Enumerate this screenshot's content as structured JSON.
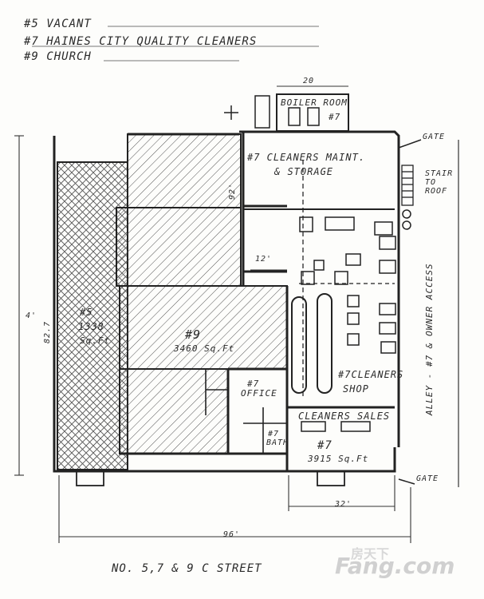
{
  "legend": [
    "#5 VACANT",
    "#7 HAINES CITY QUALITY CLEANERS",
    "#9 CHURCH"
  ],
  "rooms": {
    "boiler": "BOILER ROOM",
    "boiler_num": "#7",
    "maint_1": "#7 CLEANERS MAINT.",
    "maint_2": "& STORAGE",
    "unit5_num": "#5",
    "unit5_area": "1338",
    "unit5_unit": "Sq.Ft",
    "unit9_num": "#9",
    "unit9_area": "3460 Sq.Ft",
    "office_1": "#7",
    "office_2": "OFFICE",
    "bath_1": "#7",
    "bath_2": "BATH",
    "shop_1": "#7CLEANERS",
    "shop_2": "SHOP",
    "sales": "CLEANERS SALES",
    "sales_num": "#7",
    "sales_area": "3915 Sq.Ft"
  },
  "dims": {
    "boiler_w": "20",
    "corr_12": "12'",
    "side_92": "92'",
    "left_a": "4'",
    "left_b": "82.7",
    "bottom_32": "32'",
    "bottom_96": "96'"
  },
  "annotations": {
    "gate_top": "GATE",
    "stair_1": "STAIR",
    "stair_2": "TO",
    "stair_3": "ROOF",
    "alley": "ALLEY - #7 & OWNER ACCESS",
    "gate_bottom": "GATE"
  },
  "footer": "NO. 5,7 & 9  C  STREET",
  "watermark": {
    "cn": "房天下",
    "brand": "Fang.com"
  }
}
